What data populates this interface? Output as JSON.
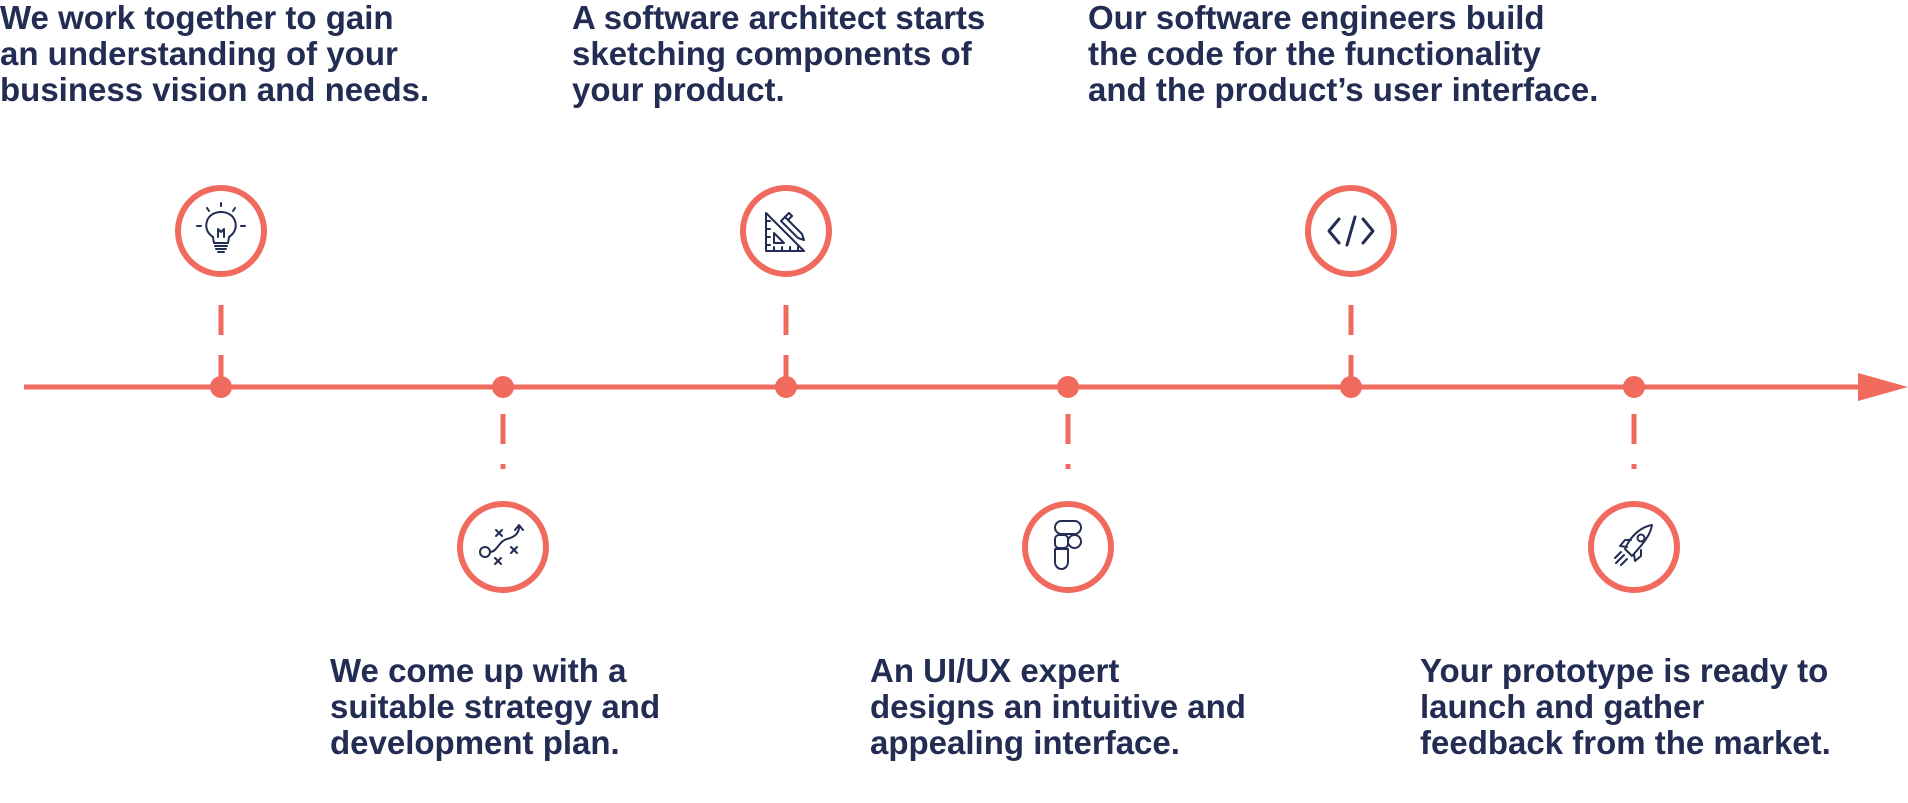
{
  "colors": {
    "accent": "#f06a5e",
    "text": "#232c52",
    "background": "#ffffff"
  },
  "steps": [
    {
      "icon": "lightbulb-icon",
      "position": "above",
      "lines": [
        "We work together to gain",
        "an understanding of your",
        "business vision and needs."
      ]
    },
    {
      "icon": "strategy-icon",
      "position": "below",
      "lines": [
        "We come up with a",
        "suitable strategy and",
        "development plan."
      ]
    },
    {
      "icon": "ruler-pencil-icon",
      "position": "above",
      "lines": [
        "A software architect starts",
        "sketching components of",
        "your product."
      ]
    },
    {
      "icon": "figma-icon",
      "position": "below",
      "lines": [
        "An UI/UX expert",
        "designs an intuitive and",
        "appealing interface."
      ]
    },
    {
      "icon": "code-icon",
      "position": "above",
      "lines": [
        "Our software engineers build",
        "the code for the functionality",
        "and the product’s user interface."
      ]
    },
    {
      "icon": "rocket-icon",
      "position": "below",
      "lines": [
        "Your prototype is ready to",
        "launch and gather",
        "feedback from the market."
      ]
    }
  ]
}
